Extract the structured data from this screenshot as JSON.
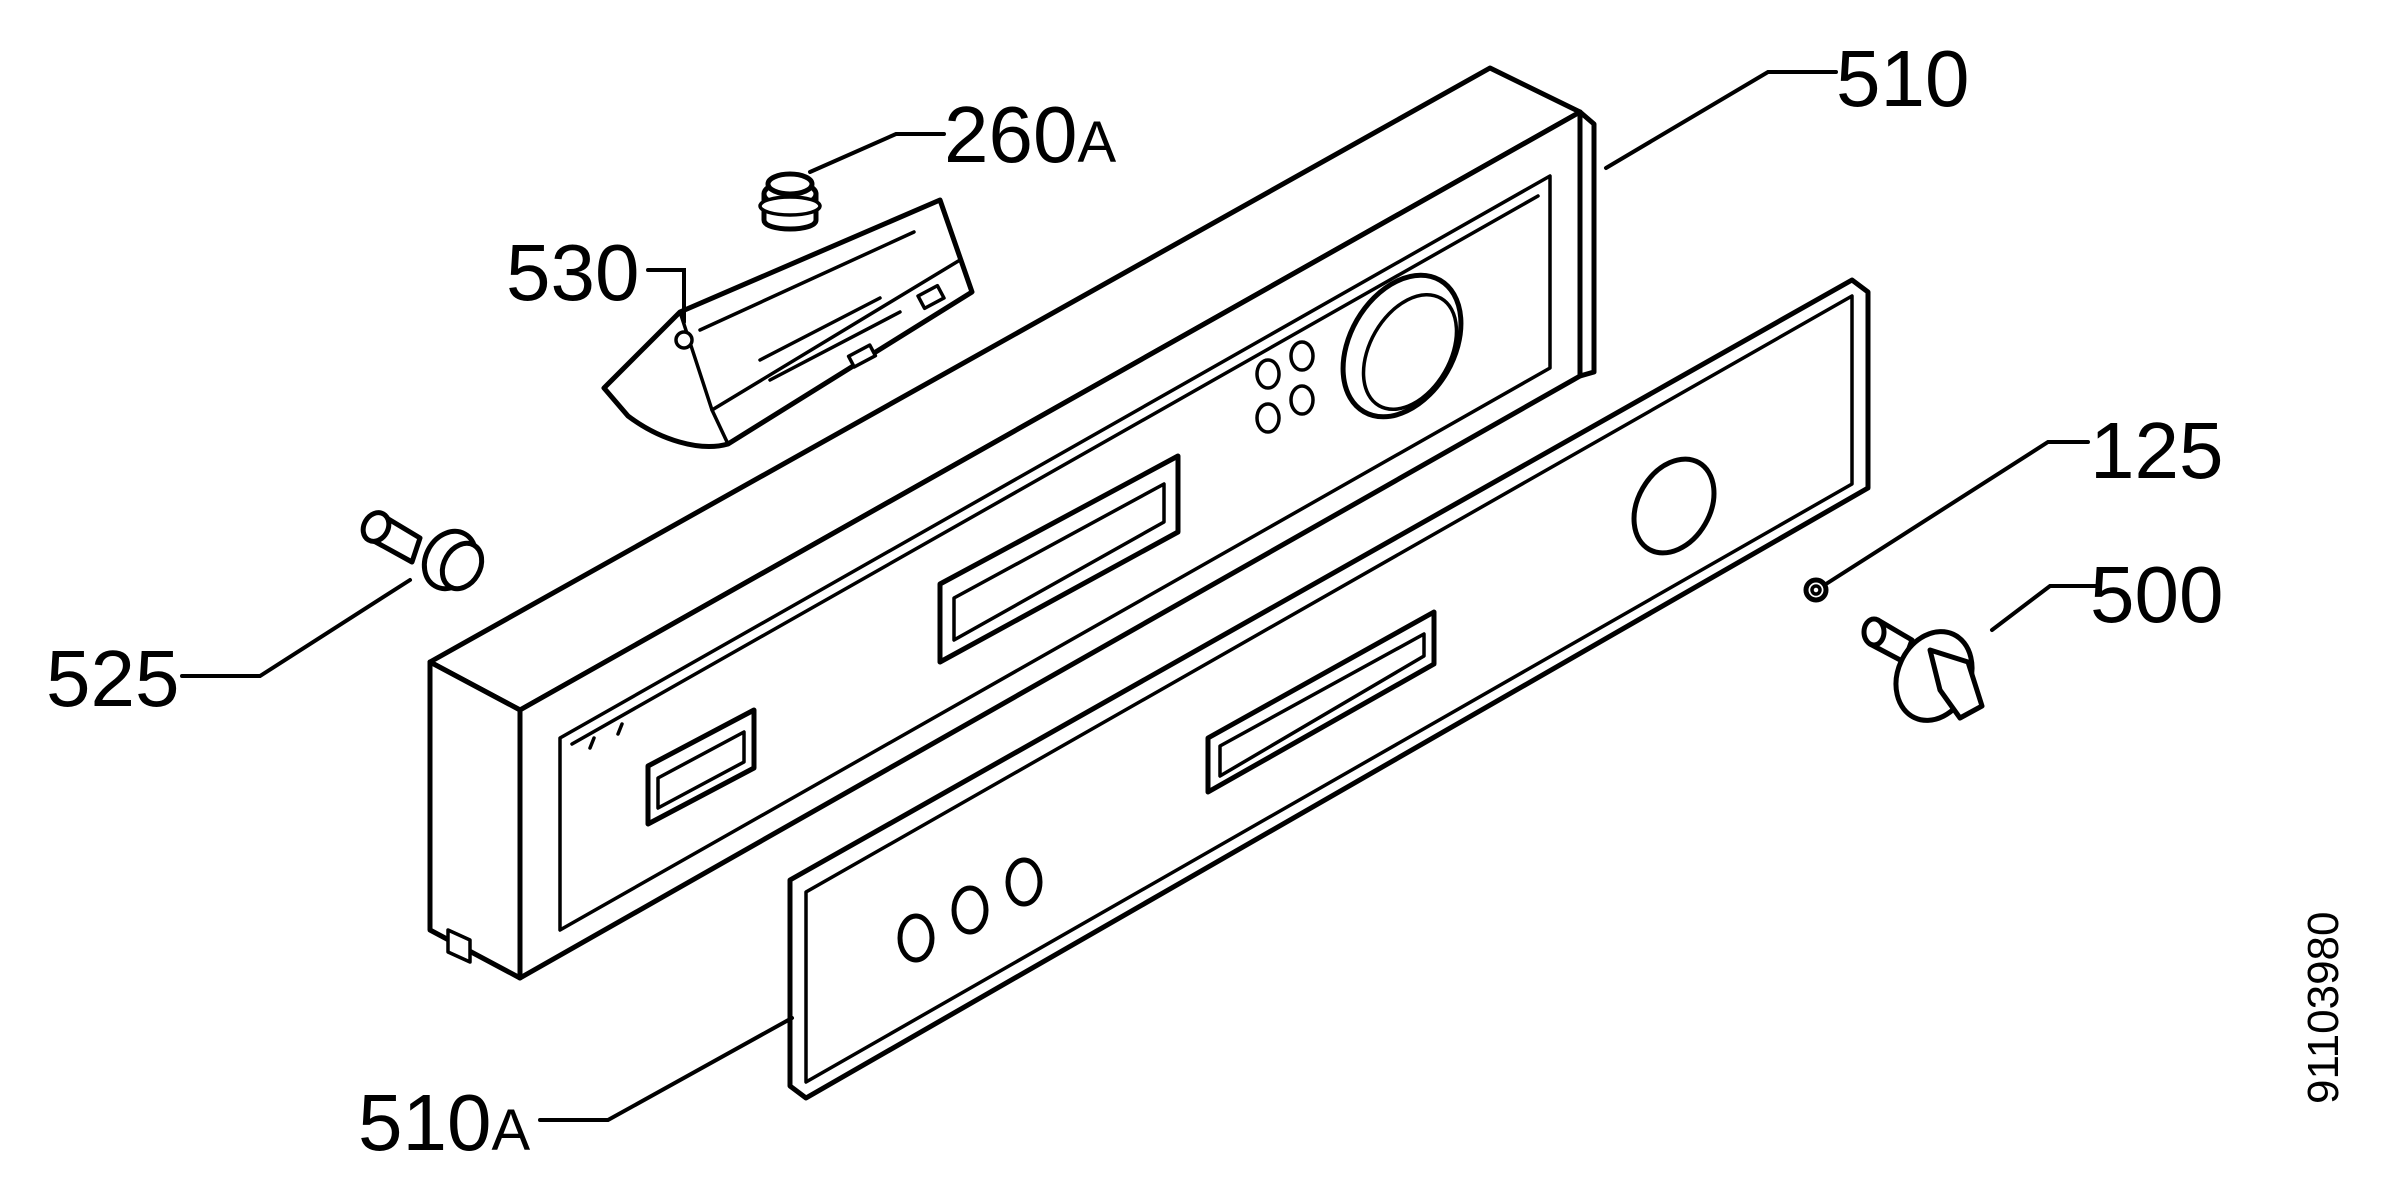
{
  "labels": {
    "l260a": {
      "num": "260",
      "suffix": "A"
    },
    "l510": {
      "num": "510",
      "suffix": ""
    },
    "l530": {
      "num": "530",
      "suffix": ""
    },
    "l125": {
      "num": "125",
      "suffix": ""
    },
    "l500": {
      "num": "500",
      "suffix": ""
    },
    "l525": {
      "num": "525",
      "suffix": ""
    },
    "l510a": {
      "num": "510",
      "suffix": "A"
    }
  },
  "drawing_code": "91103980",
  "colors": {
    "line": "#000000",
    "background": "#ffffff"
  }
}
